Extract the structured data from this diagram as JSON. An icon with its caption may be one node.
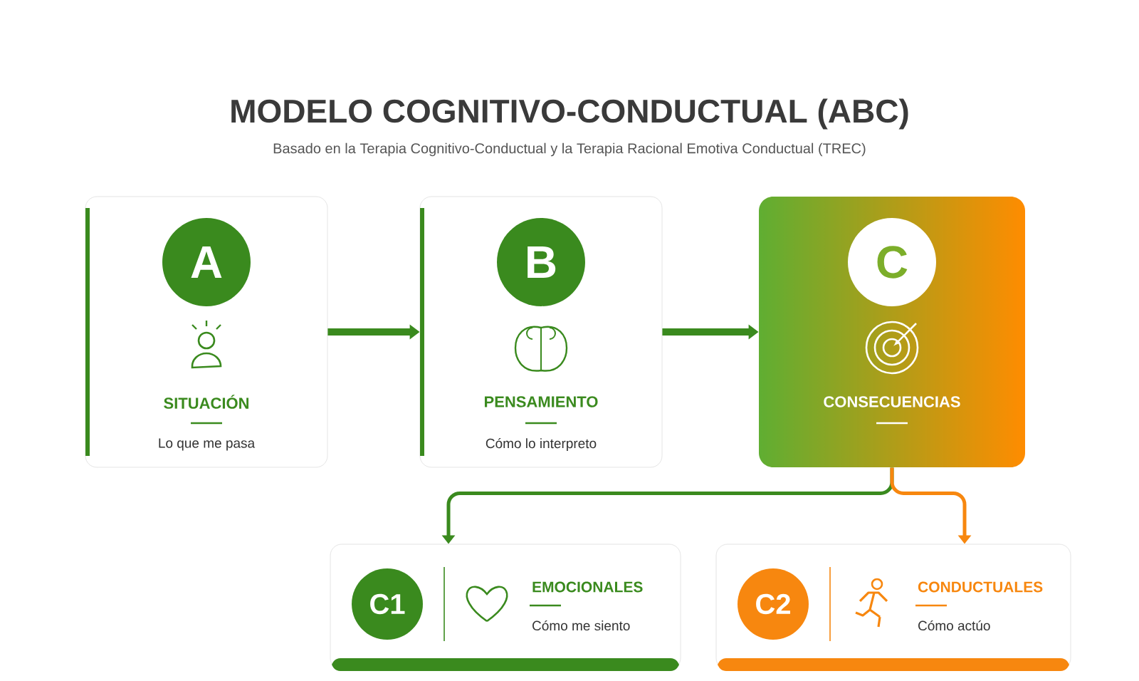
{
  "diagram": {
    "title": "MODELO COGNITIVO-CONDUCTUAL (ABC)",
    "nodes": [
      {
        "text": [
          "A",
          "SITUACIÓN",
          "Lo que me pasa"
        ]
      },
      {
        "text": [
          "B",
          "PENSAMIENTO",
          "Cómo lo interpreto"
        ]
      },
      {
        "text": [
          "C",
          "CONSECUENCIAS"
        ]
      },
      {
        "text": [
          "C1",
          "EMOCIONALES",
          "Cómo me siento"
        ]
      },
      {
        "text": [
          "C2",
          "CONDUCTUALES",
          "Cómo actúo"
        ]
      }
    ],
    "edges": [
      {
        "from": 0,
        "to": 1,
        "arrow": "to",
        "style": "thick"
      },
      {
        "from": 1,
        "to": 2,
        "arrow": "to",
        "style": "thick"
      },
      {
        "from": 2,
        "to": 3,
        "arrow": "to"
      },
      {
        "from": 2,
        "to": 4,
        "arrow": "to",
        "color": "#f7870f"
      }
    ],
    "labels": [
      "Basado en la Terapia Cognitivo-Conductual y la Terapia Racional Emotiva Conductual (TREC)"
    ]
  }
}
